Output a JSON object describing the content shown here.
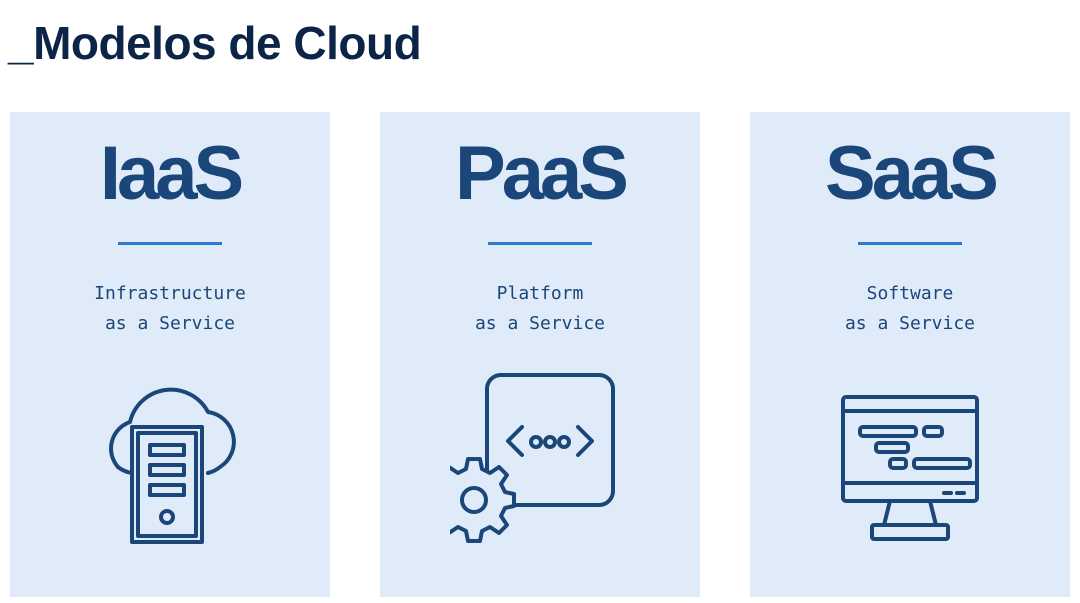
{
  "page_title": "_Modelos de Cloud",
  "cards": [
    {
      "title": "IaaS",
      "line1": "Infrastructure",
      "line2": "as a Service",
      "icon": "cloud-server-icon"
    },
    {
      "title": "PaaS",
      "line1": "Platform",
      "line2": "as a Service",
      "icon": "code-gear-icon"
    },
    {
      "title": "SaaS",
      "line1": "Software",
      "line2": "as a Service",
      "icon": "desktop-monitor-icon"
    }
  ],
  "colors": {
    "title": "#0b2447",
    "card_background": "#dfebf9",
    "card_text": "#1b4679",
    "divider": "#2f7ad1",
    "icon_stroke": "#1b4679"
  }
}
